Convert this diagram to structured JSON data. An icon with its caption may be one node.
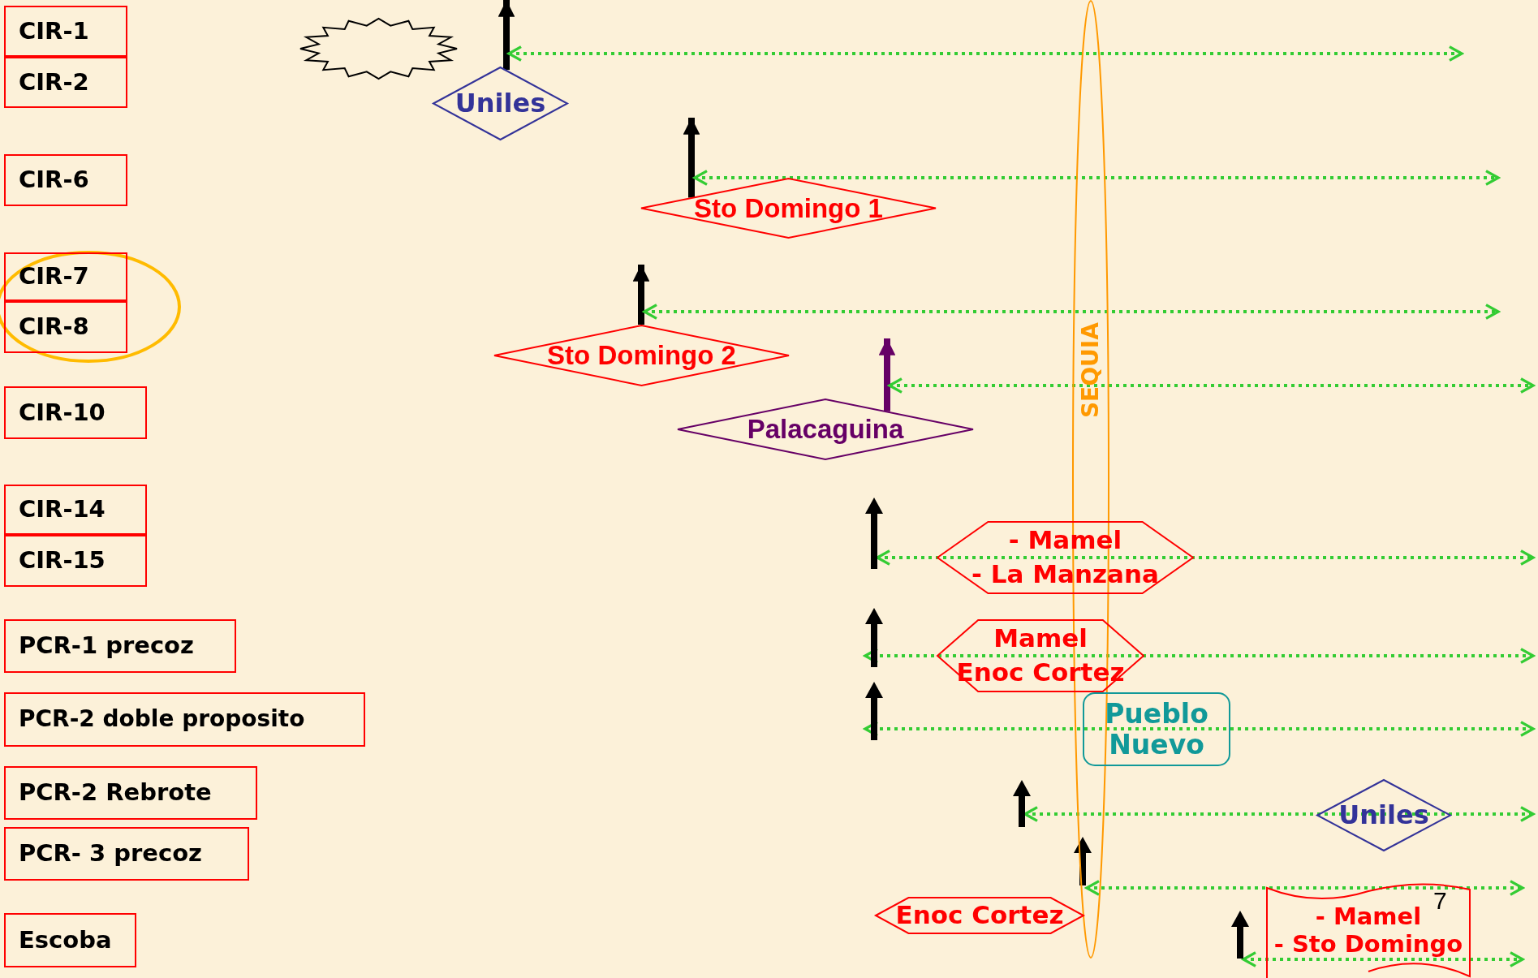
{
  "diagram": {
    "nodes": [
      {
        "text": [
          "CIR-1"
        ]
      },
      {
        "text": [
          "CIR-2"
        ]
      },
      {
        "text": [
          "CIR-6"
        ]
      },
      {
        "text": [
          "CIR-7"
        ]
      },
      {
        "text": [
          "CIR-8"
        ]
      },
      {
        "text": [
          "CIR-10"
        ]
      },
      {
        "text": [
          "CIR-14"
        ]
      },
      {
        "text": [
          "CIR-15"
        ]
      },
      {
        "text": [
          "PCR-1 precoz"
        ]
      },
      {
        "text": [
          "PCR-2 doble proposito"
        ]
      },
      {
        "text": [
          "PCR-2 Rebrote"
        ]
      },
      {
        "text": [
          "PCR- 3 precoz"
        ]
      },
      {
        "text": [
          "Escoba"
        ]
      },
      {
        "text": [
          "Uniles"
        ]
      },
      {
        "text": [
          "Sto Domingo 1"
        ]
      },
      {
        "text": [
          "Sto Domingo 2"
        ]
      },
      {
        "text": [
          "Palacaguina"
        ]
      },
      {
        "text": [
          "SEQUIA"
        ]
      },
      {
        "text": [
          "- Mamel",
          "- La Manzana"
        ]
      },
      {
        "text": [
          "Mamel",
          "Enoc Cortez"
        ]
      },
      {
        "text": [
          "Pueblo Nuevo"
        ]
      },
      {
        "text": [
          "Uniles"
        ]
      },
      {
        "text": [
          "Enoc Cortez"
        ]
      },
      {
        "text": [
          "- Mamel",
          "- Sto Domingo"
        ]
      },
      {
        "text": [],
        "shape": "burst"
      }
    ],
    "edges": [
      {
        "from": 13,
        "to": null,
        "arrow": "to",
        "style": "thick",
        "color": "#000000"
      },
      {
        "from": 13,
        "to": null,
        "arrow": "both",
        "style": "dashed"
      },
      {
        "from": 14,
        "to": null,
        "arrow": "to",
        "style": "thick",
        "color": "#000000"
      },
      {
        "from": 14,
        "to": null,
        "arrow": "both",
        "style": "dashed"
      },
      {
        "from": 15,
        "to": null,
        "arrow": "to",
        "style": "thick",
        "color": "#000000"
      },
      {
        "from": 15,
        "to": null,
        "arrow": "both",
        "style": "dashed"
      },
      {
        "from": 16,
        "to": null,
        "arrow": "to",
        "style": "thick",
        "color": "#660066"
      },
      {
        "from": 16,
        "to": null,
        "arrow": "both",
        "style": "dashed"
      },
      {
        "from": 22,
        "to": null,
        "arrow": "both",
        "style": "dashed"
      }
    ],
    "labels": [
      "7"
    ]
  }
}
